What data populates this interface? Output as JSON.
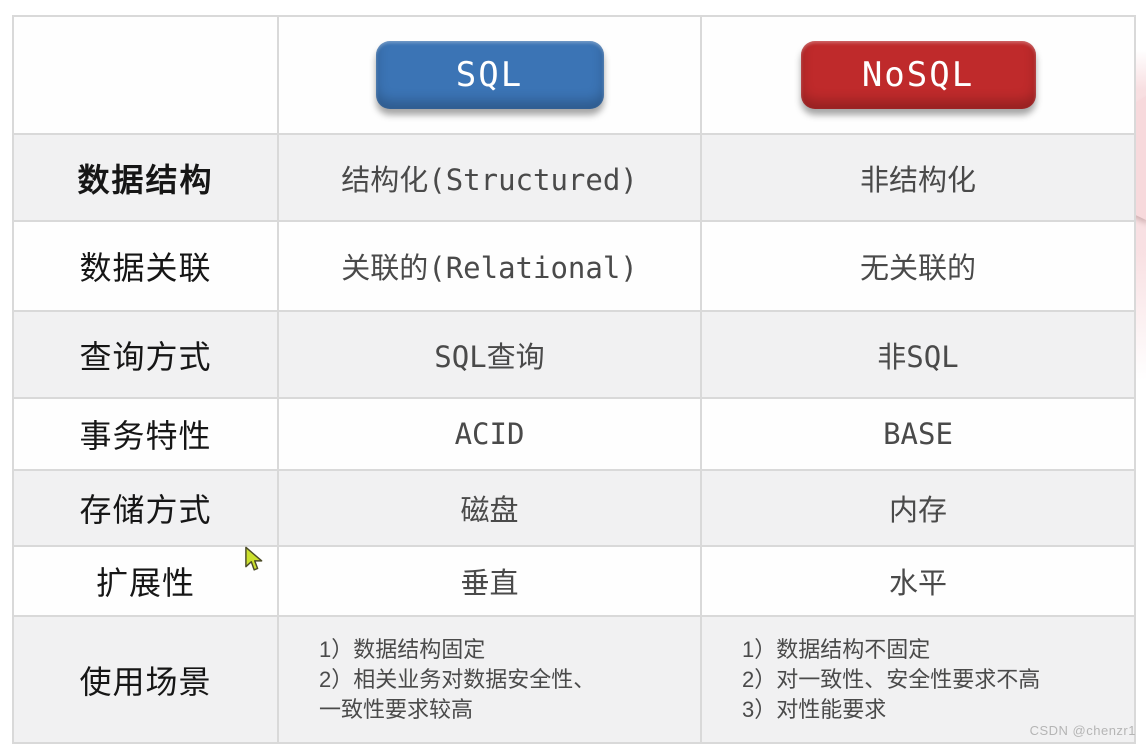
{
  "colors": {
    "sql_badge": "#3b74b5",
    "nosql_badge": "#bf2a2b",
    "row_stripe": "#f1f1f2",
    "grid_line": "#d9d9d9",
    "value_text": "#4a4a4a",
    "label_text": "#161616",
    "arrow_pink": "#f7d9dc",
    "cursor_green": "#cbe02e",
    "watermark_gray": "#b5b5b5"
  },
  "header": {
    "sql_label": "SQL",
    "nosql_label": "NoSQL"
  },
  "table": {
    "rows": [
      {
        "label": "数据结构",
        "sql": "结构化(Structured)",
        "nosql": "非结构化"
      },
      {
        "label": "数据关联",
        "sql": "关联的(Relational)",
        "nosql": "无关联的"
      },
      {
        "label": "查询方式",
        "sql": "SQL查询",
        "nosql": "非SQL"
      },
      {
        "label": "事务特性",
        "sql": "ACID",
        "nosql": "BASE"
      },
      {
        "label": "存储方式",
        "sql": "磁盘",
        "nosql": "内存"
      },
      {
        "label": "扩展性",
        "sql": "垂直",
        "nosql": "水平"
      },
      {
        "label": "使用场景",
        "sql_lines": [
          "1）数据结构固定",
          "2）相关业务对数据安全性、",
          "一致性要求较高"
        ],
        "nosql_lines": [
          "1）数据结构不固定",
          "2）对一致性、安全性要求不高",
          "3）对性能要求"
        ]
      }
    ]
  },
  "watermark": "CSDN @chenzr1"
}
